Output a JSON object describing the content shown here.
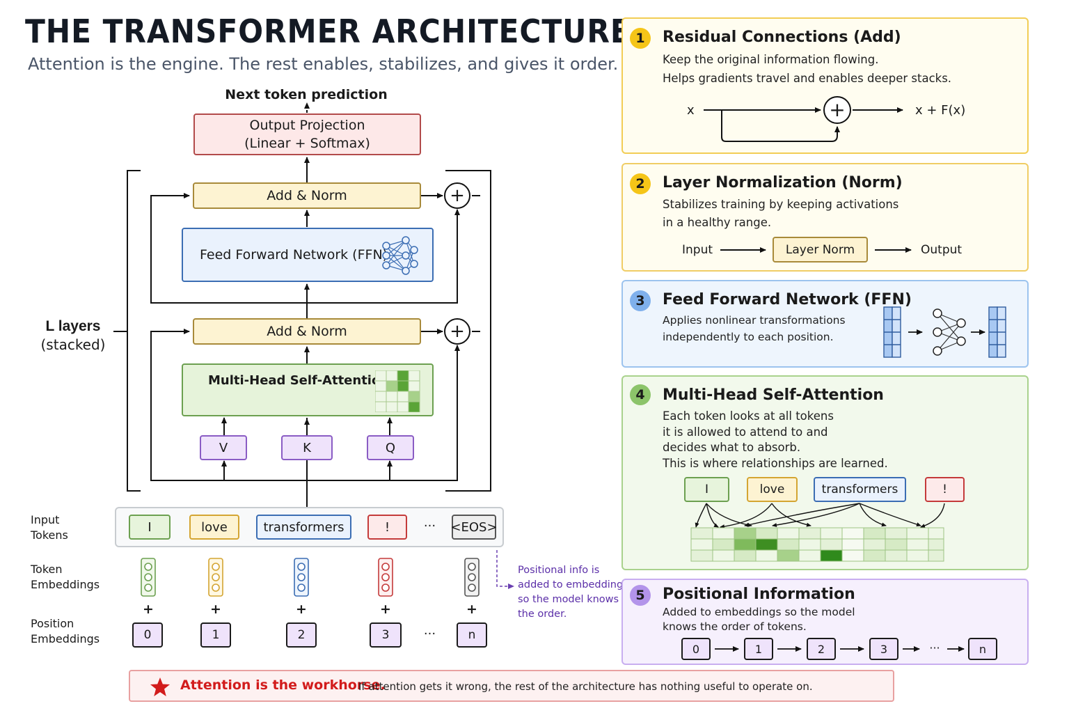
{
  "title": "THE TRANSFORMER ARCHITECTURE",
  "subtitle": "Attention is the engine. The rest enables, stabilizes, and gives it order.",
  "diagram": {
    "next_token": "Next token prediction",
    "output_projection_line1": "Output Projection",
    "output_projection_line2": "(Linear + Softmax)",
    "add_norm_top": "Add & Norm",
    "ffn": "Feed Forward Network (FFN)",
    "add_norm_bottom": "Add & Norm",
    "mhsa": "Multi-Head Self-Attention",
    "v": "V",
    "k": "K",
    "q": "Q",
    "plus": "+",
    "layers_line1": "L layers",
    "layers_line2": "(stacked)",
    "input_tokens_line1": "Input",
    "input_tokens_line2": "Tokens",
    "token_embeddings_line1": "Token",
    "token_embeddings_line2": "Embeddings",
    "position_embeddings_line1": "Position",
    "position_embeddings_line2": "Embeddings",
    "tokens": [
      "I",
      "love",
      "transformers",
      "!",
      "<EOS>"
    ],
    "ellipsis": "···",
    "positions": [
      "0",
      "1",
      "2",
      "3",
      "n"
    ],
    "positional_note": [
      "Positional info is",
      "added to embeddings",
      "so the model knows",
      "the order."
    ]
  },
  "panels": {
    "residual": {
      "number": "1",
      "title": "Residual Connections (Add)",
      "line1": "Keep the original information flowing.",
      "line2": "Helps gradients travel and enables deeper stacks.",
      "x": "x",
      "plus": "+",
      "out": "x + F(x)",
      "color": "#f5c518"
    },
    "layernorm": {
      "number": "2",
      "title": "Layer Normalization (Norm)",
      "line1": "Stabilizes training by keeping activations",
      "line2": "in a healthy range.",
      "input": "Input",
      "box": "Layer Norm",
      "output": "Output",
      "color": "#f5c518"
    },
    "ffn": {
      "number": "3",
      "title": "Feed Forward Network (FFN)",
      "line1": "Applies nonlinear transformations",
      "line2": "independently to each position.",
      "color": "#7fb0ec"
    },
    "attention": {
      "number": "4",
      "title": "Multi-Head Self-Attention",
      "line1": "Each token looks at all tokens",
      "line2": "it is allowed to attend to and",
      "line3": "decides what to absorb.",
      "line4": "This is where relationships are learned.",
      "tokens": [
        "I",
        "love",
        "transformers",
        "!"
      ],
      "color": "#8cc46a"
    },
    "positional": {
      "number": "5",
      "title": "Positional Information",
      "line1": "Added to embeddings so the model",
      "line2": "knows the order of tokens.",
      "sequence": [
        "0",
        "1",
        "2",
        "3",
        "n"
      ],
      "ellipsis": "···",
      "color": "#b394ea"
    }
  },
  "footer": {
    "strong": "Attention is the workhorse.",
    "text": "If attention gets it wrong, the rest of the architecture has nothing useful to operate on.",
    "star_color": "#d21c1c"
  }
}
